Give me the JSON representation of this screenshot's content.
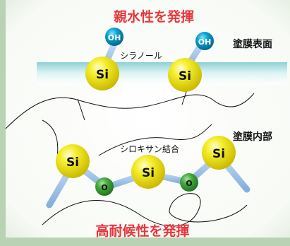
{
  "headline_top": "親水性を発揮",
  "headline_bottom": "高耐候性を発揮",
  "label_surface": "塗膜表面",
  "label_inner": "塗膜内部",
  "label_silanol": "シラノール",
  "label_siloxane": "シロキサン結合",
  "atoms": {
    "si": "Si",
    "oh": "OH",
    "o": "O"
  },
  "colors": {
    "headline": "#e8363c",
    "si_ball": "#f2ea1a",
    "oh_ball": "#0a98c6",
    "o_ball": "#3aa33e",
    "bond": "#9cc2e8",
    "coating_band": "#bfe6e6"
  }
}
